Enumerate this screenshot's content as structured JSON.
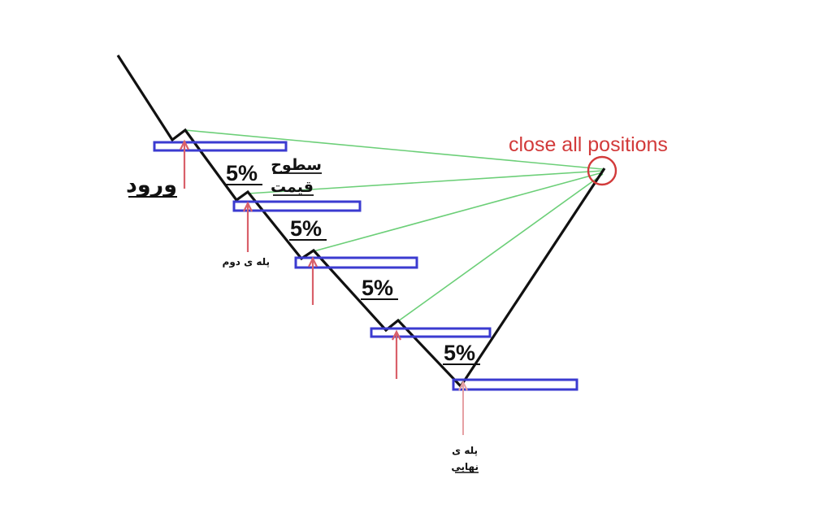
{
  "colors": {
    "price_line": "#111111",
    "level_box": "#3b3bd0",
    "arrow": "#d9606a",
    "arrow_light": "#e6a0a4",
    "target_line": "#6ccf78",
    "close_marker": "#d23a3a"
  },
  "labels": {
    "entry": "ورود",
    "price_levels_line1": "سطوح",
    "price_levels_line2": "قیمت",
    "second_step": "پله ی دوم",
    "final_step_line1": "پله ی",
    "final_step_line2": "نهایی",
    "close_all": "close all positions"
  },
  "steps": [
    "5%",
    "5%",
    "5%",
    "5%"
  ]
}
